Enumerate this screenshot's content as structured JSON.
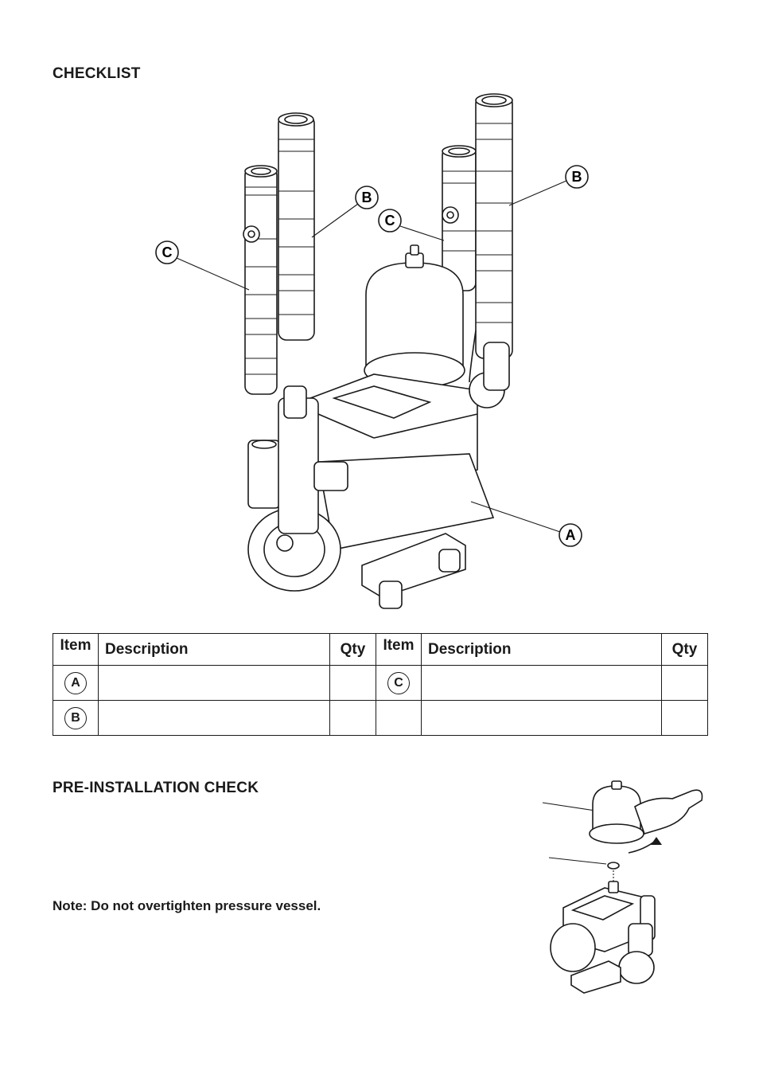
{
  "checklist": {
    "heading": "CHECKLIST",
    "callouts": {
      "a": "A",
      "b": "B",
      "c": "C"
    }
  },
  "table": {
    "headers": [
      "Item",
      "Description",
      "Qty",
      "Item",
      "Description",
      "Qty"
    ],
    "rows": [
      {
        "left_item": "A",
        "left_desc": "",
        "left_qty": "",
        "right_item": "C",
        "right_desc": "",
        "right_qty": ""
      },
      {
        "left_item": "B",
        "left_desc": "",
        "left_qty": "",
        "right_item": "",
        "right_desc": "",
        "right_qty": ""
      }
    ]
  },
  "pre_installation": {
    "heading": "PRE-INSTALLATION CHECK",
    "note": "Note: Do not overtighten pressure vessel."
  }
}
